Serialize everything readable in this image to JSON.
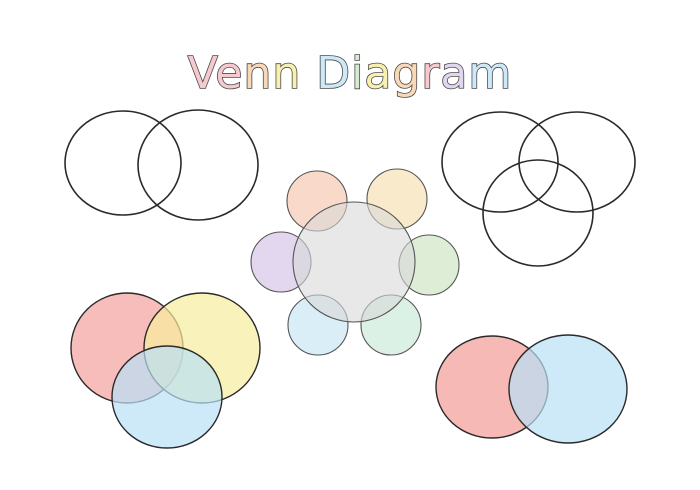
{
  "title": {
    "letters": [
      {
        "char": "V",
        "color": "#f6c9cf"
      },
      {
        "char": "e",
        "color": "#f6c9cf"
      },
      {
        "char": "n",
        "color": "#f8d8b8"
      },
      {
        "char": "n",
        "color": "#f7f0b0"
      },
      {
        "char": " ",
        "color": "#ffffff"
      },
      {
        "char": "D",
        "color": "#cde8f7"
      },
      {
        "char": "i",
        "color": "#d6ecd0"
      },
      {
        "char": "a",
        "color": "#f7f0b0"
      },
      {
        "char": "g",
        "color": "#f8d8b8"
      },
      {
        "char": "r",
        "color": "#f6c9cf"
      },
      {
        "char": "a",
        "color": "#e2d6ef"
      },
      {
        "char": "m",
        "color": "#cde8f7"
      }
    ]
  },
  "colors": {
    "outline": "#2a2a2a",
    "pink": "#f4a7a3",
    "yellow": "#f7ee9e",
    "blue": "#b9dff5",
    "flower_peach": "#f8d2c0",
    "flower_cream": "#f8e6c2",
    "flower_lavender": "#ddd0ec",
    "flower_green": "#d8ebcf",
    "flower_lightblue": "#d4ebf6",
    "flower_mint": "#d6efe2",
    "flower_center": "#d9d9d9"
  },
  "diagrams": [
    {
      "name": "two-set-outline",
      "filled": false,
      "sets": 2
    },
    {
      "name": "three-set-outline",
      "filled": false,
      "sets": 3
    },
    {
      "name": "flower-six-petal",
      "filled": true,
      "sets": 7
    },
    {
      "name": "three-set-colored",
      "filled": true,
      "sets": 3
    },
    {
      "name": "two-set-colored",
      "filled": true,
      "sets": 2
    }
  ]
}
